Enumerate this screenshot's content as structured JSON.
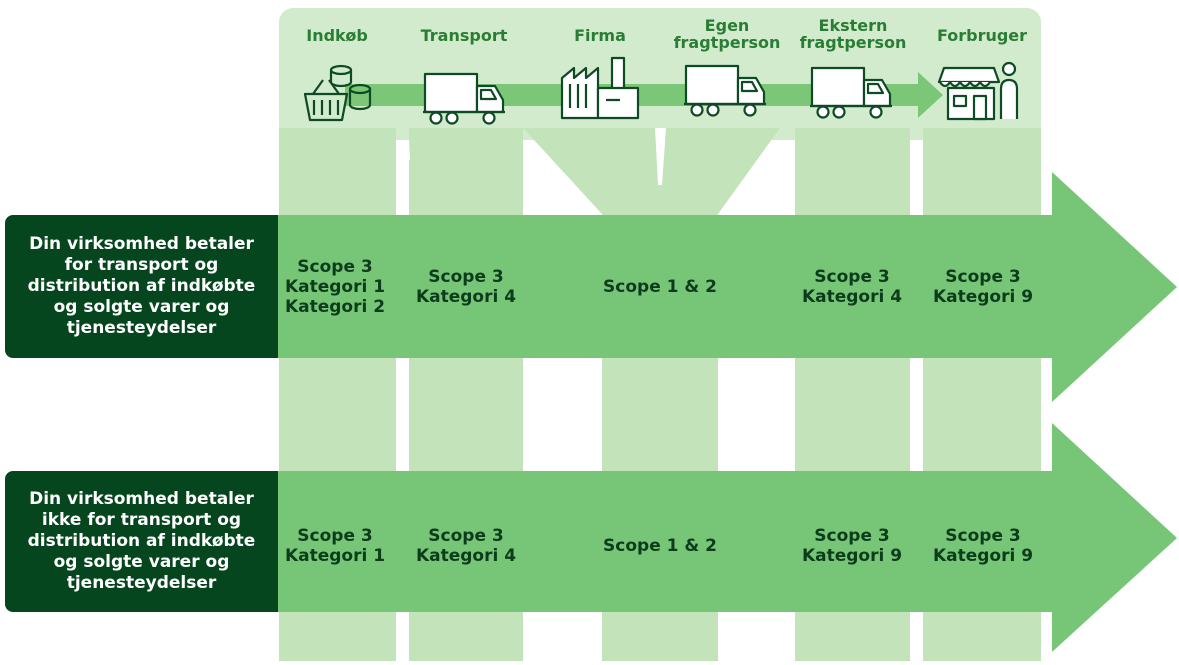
{
  "columns": [
    {
      "label_line1": "Indkøb",
      "label_line2": "",
      "icon": "shopping-basket-coins-icon"
    },
    {
      "label_line1": "Transport",
      "label_line2": "",
      "icon": "truck-icon"
    },
    {
      "label_line1": "Firma",
      "label_line2": "",
      "icon": "factory-icon"
    },
    {
      "label_line1": "Egen",
      "label_line2": "fragtperson",
      "icon": "truck-icon"
    },
    {
      "label_line1": "Ekstern",
      "label_line2": "fragtperson",
      "icon": "truck-icon"
    },
    {
      "label_line1": "Forbruger",
      "label_line2": "",
      "icon": "shop-customer-icon"
    }
  ],
  "rows": [
    {
      "label": [
        "Din virksomhed betaler",
        "for transport og",
        "distribution af indkøbte",
        "og solgte varer og",
        "tjenesteydelser"
      ],
      "cells": [
        [
          "Scope 3",
          "Kategori 1",
          "Kategori 2"
        ],
        [
          "Scope 3",
          "Kategori 4"
        ],
        [
          "Scope 1 & 2"
        ],
        [
          "Scope 3",
          "Kategori 4"
        ],
        [
          "Scope 3",
          "Kategori 9"
        ]
      ]
    },
    {
      "label": [
        "Din virksomhed betaler",
        "ikke for transport og",
        "distribution af indkøbte",
        "og solgte varer og",
        "tjenesteydelser"
      ],
      "cells": [
        [
          "Scope 3",
          "Kategori 1"
        ],
        [
          "Scope 3",
          "Kategori 4"
        ],
        [
          "Scope 1 & 2"
        ],
        [
          "Scope 3",
          "Kategori 9"
        ],
        [
          "Scope 3",
          "Kategori 9"
        ]
      ]
    }
  ],
  "colors": {
    "panel": "#d3ebcd",
    "column": "#c3e3bb",
    "arrow": "#77c576",
    "flow_arrow": "#7cc777",
    "row_label_bg": "#05461f",
    "header_text": "#2a7d35",
    "cell_text": "#0b3d1c",
    "icon_stroke": "#0e4a25"
  }
}
